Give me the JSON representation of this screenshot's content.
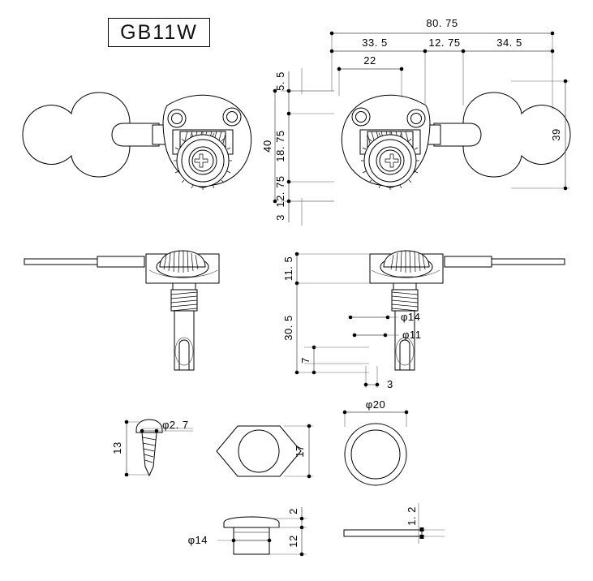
{
  "drawing": {
    "title": "GB11W",
    "background": "#ffffff",
    "line_color": "#000000",
    "dimension_color": "#444444"
  },
  "views": {
    "top_left": {
      "name": "tuner-top-view-left",
      "key_side": "left"
    },
    "top_right": {
      "name": "tuner-top-view-right-dimensioned",
      "key_side": "right"
    },
    "side_left": {
      "name": "tuner-side-view-left"
    },
    "side_right": {
      "name": "tuner-side-view-right-dimensioned"
    }
  },
  "dimensions": {
    "top_overall_width": "80. 75",
    "top_seg_left": "33. 5",
    "top_seg_mid": "12. 75",
    "top_seg_right": "34. 5",
    "top_hole_spacing": "22",
    "left_v_top": "5. 5",
    "left_v_upper_mid": "18. 75",
    "left_v_lower_mid": "12. 75",
    "left_v_bottom": "3",
    "left_v_overall": "40",
    "right_key_height": "39",
    "side_plate_height": "11. 5",
    "side_post_height": "30. 5",
    "side_slot_height": "7",
    "side_slot_width": "3",
    "side_dia_bushing": "φ14",
    "side_dia_post": "φ11"
  },
  "parts": {
    "screw": {
      "name": "wood-screw",
      "length": "13",
      "head_diameter": "φ2. 7"
    },
    "hex_nut": {
      "name": "hex-nut",
      "across_flats": "17"
    },
    "washer_large": {
      "name": "round-washer",
      "outer_diameter": "φ20"
    },
    "bushing": {
      "name": "press-fit-bushing",
      "diameter": "φ14",
      "flange_thickness": "2",
      "body_length": "12"
    },
    "washer_thin": {
      "name": "thin-washer",
      "thickness": "1. 2"
    }
  }
}
